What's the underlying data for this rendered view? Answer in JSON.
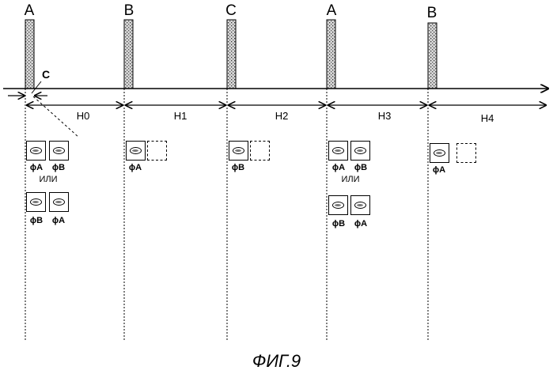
{
  "pulses": [
    "A",
    "B",
    "C",
    "A",
    "B"
  ],
  "interval_marker": "C",
  "periods": [
    "H0",
    "H1",
    "H2",
    "H3",
    "H4"
  ],
  "or_text": "ИЛИ",
  "cell_groups": [
    {
      "period": "H0",
      "rows": [
        [
          "ϕA",
          "ϕB"
        ],
        [
          "ϕB",
          "ϕA"
        ]
      ]
    },
    {
      "period": "H1",
      "rows": [
        [
          "ϕA",
          ""
        ]
      ]
    },
    {
      "period": "H2",
      "rows": [
        [
          "ϕB",
          ""
        ]
      ]
    },
    {
      "period": "H3",
      "rows": [
        [
          "ϕA",
          "ϕB"
        ],
        [
          "ϕB",
          "ϕA"
        ]
      ]
    },
    {
      "period": "H4",
      "rows": [
        [
          "ϕA",
          ""
        ]
      ]
    }
  ],
  "caption": "ФИГ.9"
}
